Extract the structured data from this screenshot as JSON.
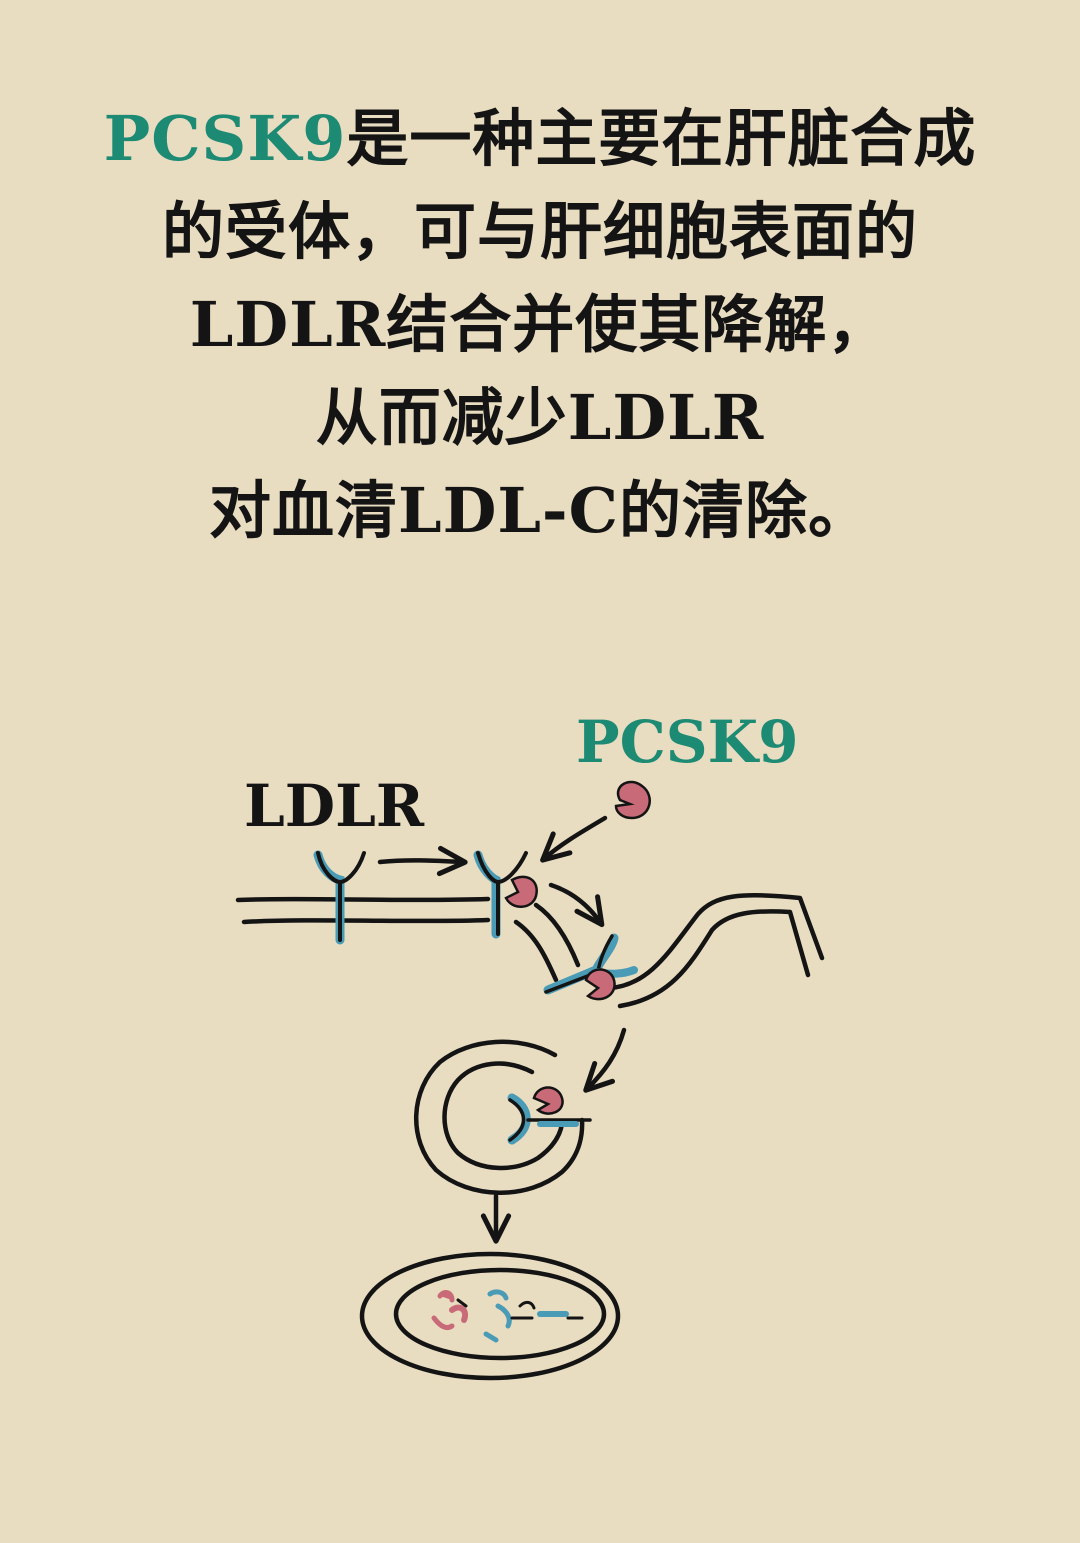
{
  "headline": {
    "line1_accent": "PCSK9",
    "line1_rest": "是一种主要在肝脏合成",
    "line2": "的受体，可与肝细胞表面的",
    "line3": "LDLR结合并使其降解，",
    "line4": "从而减少LDLR",
    "line5": "对血清LDL-C的清除。"
  },
  "diagram": {
    "label_ldlr": "LDLR",
    "label_pcsk9": "PCSK9"
  },
  "colors": {
    "background": "#e8dcc1",
    "text": "#141414",
    "accent_green": "#1d8a73",
    "receptor_blue": "#4a9bb5",
    "pcsk9_pink": "#c96a78",
    "ink": "#141414"
  },
  "icons": [
    "arrow-icon",
    "receptor-icon",
    "pcsk9-icon",
    "endosome-icon",
    "lysosome-icon"
  ]
}
